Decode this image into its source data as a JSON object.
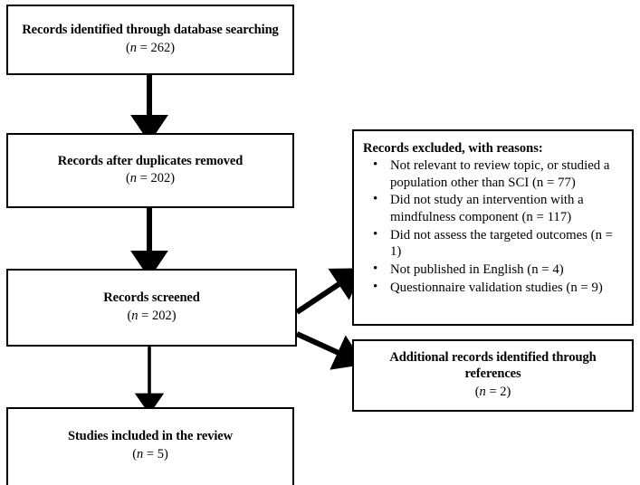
{
  "diagram": {
    "type": "prisma-flow-diagram",
    "title": "PRISMA study selection flow diagram",
    "colors": {
      "box_border": "#000000",
      "box_fill": "#ffffff",
      "arrow": "#000000",
      "text": "#000000"
    }
  },
  "nodes": {
    "identified": {
      "label": "Records identified through database searching",
      "count_prefix": "(",
      "count_var": "n",
      "count_eq": " = ",
      "count_value": "262",
      "count_suffix": ")",
      "count_text": "(n = 262)"
    },
    "duplicates": {
      "label": "Records after duplicates removed",
      "count_var": "n",
      "count_value": "202",
      "count_text": "(n = 202)"
    },
    "screened": {
      "label": "Records screened",
      "count_var": "n",
      "count_value": "202",
      "count_text": "(n = 202)"
    },
    "included": {
      "label": "Studies included in the review",
      "count_var": "n",
      "count_value": "5",
      "count_text": "(n = 5)"
    },
    "excluded": {
      "title": "Records excluded, with reasons:",
      "reasons": [
        {
          "text": "Not relevant to review topic, or studied a population other than SCI (n = 77)",
          "count_value": "77"
        },
        {
          "text": "Did not study an intervention with a mindfulness component (n = 117)",
          "count_value": "117"
        },
        {
          "text": "Did not assess the targeted outcomes (n = 1)",
          "count_value": "1"
        },
        {
          "text": "Not published in English (n = 4)",
          "count_value": "4"
        },
        {
          "text": "Questionnaire validation studies (n = 9)",
          "count_value": "9"
        }
      ]
    },
    "additional": {
      "label": "Additional records identified through references",
      "count_var": "n",
      "count_value": "2",
      "count_text": "(n = 2)"
    }
  },
  "edges": [
    {
      "from": "identified",
      "to": "duplicates",
      "direction": "down"
    },
    {
      "from": "duplicates",
      "to": "screened",
      "direction": "down"
    },
    {
      "from": "screened",
      "to": "excluded",
      "direction": "up-right"
    },
    {
      "from": "screened",
      "to": "additional",
      "direction": "down-right"
    },
    {
      "from": "screened",
      "to": "included",
      "direction": "down"
    }
  ]
}
